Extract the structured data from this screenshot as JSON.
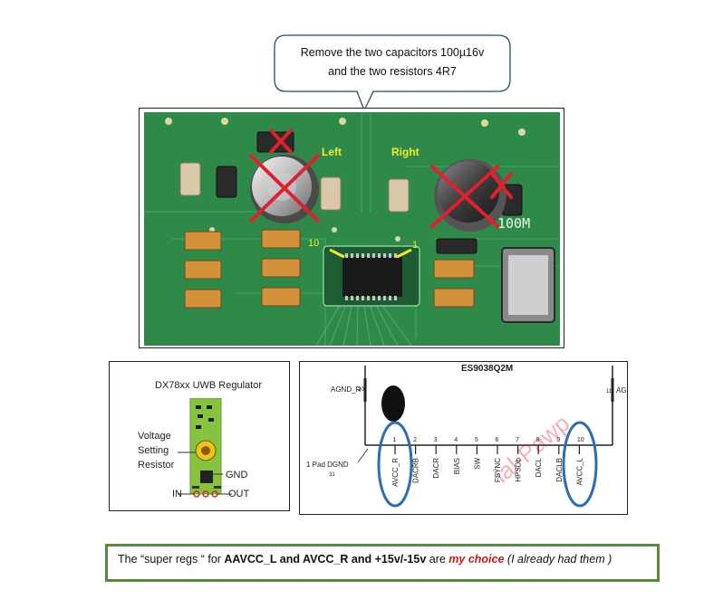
{
  "callout": {
    "line1": "Remove the two capacitors 100µ16v",
    "line2": "and the two resistors 4R7"
  },
  "photo": {
    "label_left": "Left",
    "label_right": "Right",
    "pin_10": "10",
    "pin_1": "1",
    "board_marking": "100M"
  },
  "regulator": {
    "title": "DX78xx UWB Regulator",
    "label_voltage": "Voltage",
    "label_setting": "Setting",
    "label_resistor": "Resistor",
    "label_gnd": "GND",
    "label_in": "IN",
    "label_out": "OUT"
  },
  "schematic": {
    "chip_name": "ES9038Q2M",
    "agnd_r": "AGND_R",
    "agnd_l": "AGND_L",
    "pin_30": "30",
    "pin_11": "11",
    "pad": "1 Pad DGND",
    "pad_num": "31",
    "pins": [
      {
        "num": "1",
        "name": "AVCC_R"
      },
      {
        "num": "2",
        "name": "DACRB"
      },
      {
        "num": "3",
        "name": "DACR"
      },
      {
        "num": "4",
        "name": "BIAS"
      },
      {
        "num": "5",
        "name": "SW"
      },
      {
        "num": "6",
        "name": "FSYNC"
      },
      {
        "num": "7",
        "name": "HPSDb"
      },
      {
        "num": "8",
        "name": "DACL"
      },
      {
        "num": "9",
        "name": "DACLB"
      },
      {
        "num": "10",
        "name": "AVCC_L"
      }
    ],
    "watermark": "ial-Pawp"
  },
  "note": {
    "p1": "The “super regs “ for ",
    "p2": "AAVCC_L and AVCC_R  and +15v/-15v",
    "p3": " are ",
    "p4": "my choice",
    "p5": " (I already had them )"
  },
  "colors": {
    "pcb_green": "#2f8a4a",
    "cross_red": "#e0202a",
    "label_yellow": "#f2ea2a",
    "ellipse_blue": "#2e6db4",
    "note_border": "#5b8a3a",
    "choice_red": "#d01818"
  }
}
